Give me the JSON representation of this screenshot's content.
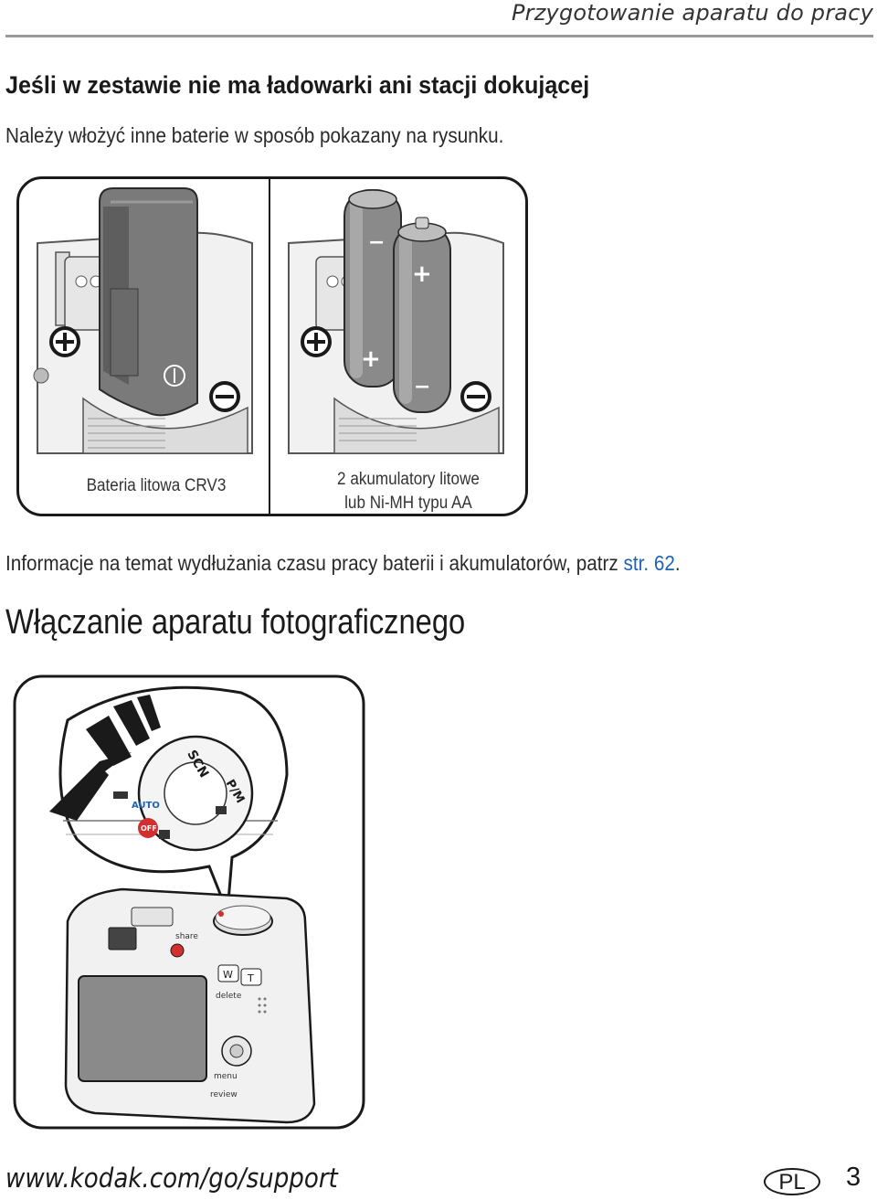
{
  "header": {
    "running_title": "Przygotowanie aparatu do pracy"
  },
  "section_batteries": {
    "heading": "Jeśli w zestawie nie ma ładowarki ani stacji dokującej",
    "instruction": "Należy włożyć inne baterie w sposób pokazany na rysunku.",
    "figure": {
      "left_caption": "Bateria litowa CRV3",
      "right_caption_line1": "2 akumulatory litowe",
      "right_caption_line2": "lub Ni-MH typu AA"
    },
    "info_text": "Informacje na temat wydłużania czasu pracy baterii i akumulatorów, patrz ",
    "info_link": "str. 62",
    "info_end": "."
  },
  "section_power_on": {
    "heading": "Włączanie aparatu fotograficznego",
    "dial_labels": {
      "scn": "SCN",
      "pm": "P/M",
      "auto": "AUTO",
      "off": "OFF"
    },
    "camera_labels": {
      "share": "share",
      "w": "W",
      "t": "T",
      "delete": "delete",
      "menu": "menu",
      "review": "review"
    }
  },
  "footer": {
    "url": "www.kodak.com/go/support",
    "language_badge": "PL",
    "page_number": "3"
  },
  "colors": {
    "link": "#1d63b5",
    "accent_red": "#d32f2f",
    "battery_gray": "#7a7a7a"
  }
}
